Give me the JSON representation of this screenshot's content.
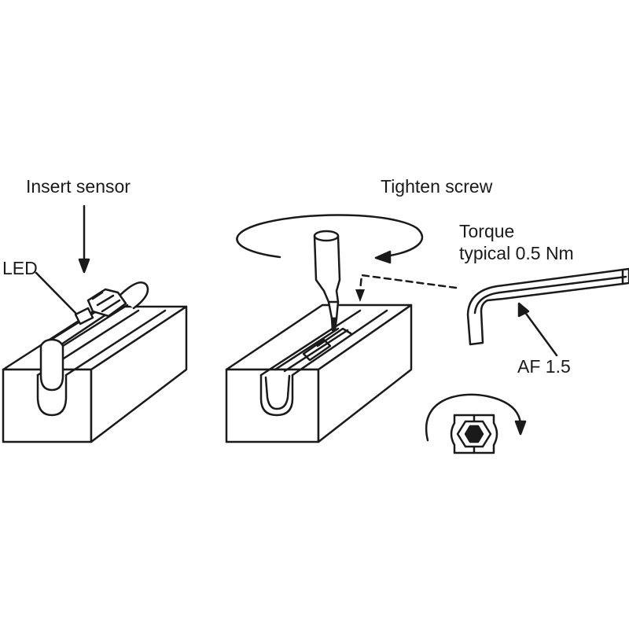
{
  "labels": {
    "insert_sensor": "Insert sensor",
    "led": "LED",
    "tighten_screw": "Tighten screw",
    "torque": "Torque",
    "torque_value": "typical 0.5 Nm",
    "af": "AF 1.5"
  },
  "colors": {
    "line": "#1a1a1a",
    "background": "#ffffff"
  }
}
